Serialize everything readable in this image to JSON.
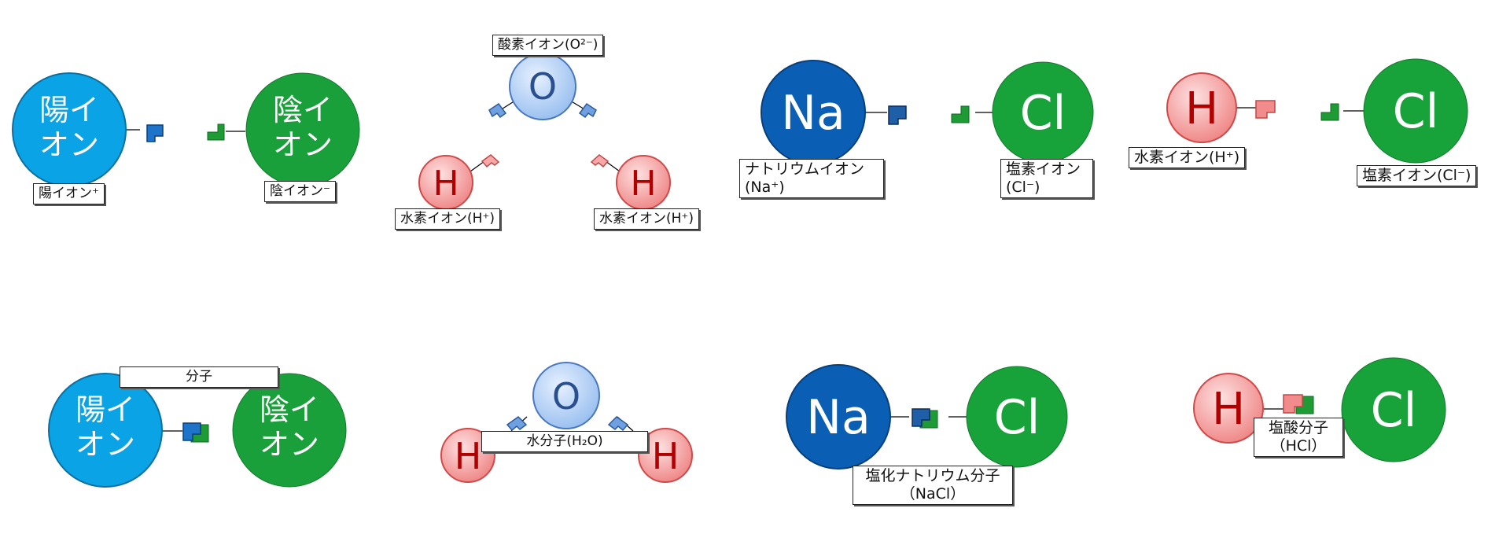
{
  "top": {
    "cation": {
      "line1": "陽イ",
      "line2": "オン",
      "label": "陽イオン⁺"
    },
    "anion": {
      "line1": "陰イ",
      "line2": "オン",
      "label": "陰イオン⁻"
    },
    "water": {
      "o_symbol": "O",
      "o_label": "酸素イオン(O²⁻)",
      "h_symbol": "H",
      "h_label_left": "水素イオン(H⁺)",
      "h_label_right": "水素イオン(H⁺)"
    },
    "nacl": {
      "na_symbol": "Na",
      "na_label_line1": "ナトリウムイオン",
      "na_label_line2": "(Na⁺)",
      "cl_symbol": "Cl",
      "cl_label_line1": "塩素イオン",
      "cl_label_line2": "(Cl⁻)"
    },
    "hcl": {
      "h_symbol": "H",
      "h_label": "水素イオン(H⁺)",
      "cl_symbol": "Cl",
      "cl_label": "塩素イオン(Cl⁻)"
    }
  },
  "bottom": {
    "molecule": {
      "label": "分子",
      "cation_line1": "陽イ",
      "cation_line2": "オン",
      "anion_line1": "陰イ",
      "anion_line2": "オン"
    },
    "water": {
      "o_symbol": "O",
      "h_symbol": "H",
      "label": "水分子(H₂O)"
    },
    "nacl": {
      "na_symbol": "Na",
      "cl_symbol": "Cl",
      "label_line1": "塩化ナトリウム分子",
      "label_line2": "（NaCl）"
    },
    "hcl": {
      "h_symbol": "H",
      "cl_symbol": "Cl",
      "label_line1": "塩酸分子",
      "label_line2": "（HCl）"
    }
  },
  "colors": {
    "cation_blue": "#0aa3e6",
    "anion_green": "#1aa03a",
    "na_blue": "#0a5fb4",
    "cl_green": "#17a33a",
    "h_red": "#f29a9a",
    "o_blue": "#b7d3f7",
    "connector_blue": "#1f5fa8",
    "connector_green": "#1e9b35",
    "connector_red": "#f07d7d"
  }
}
